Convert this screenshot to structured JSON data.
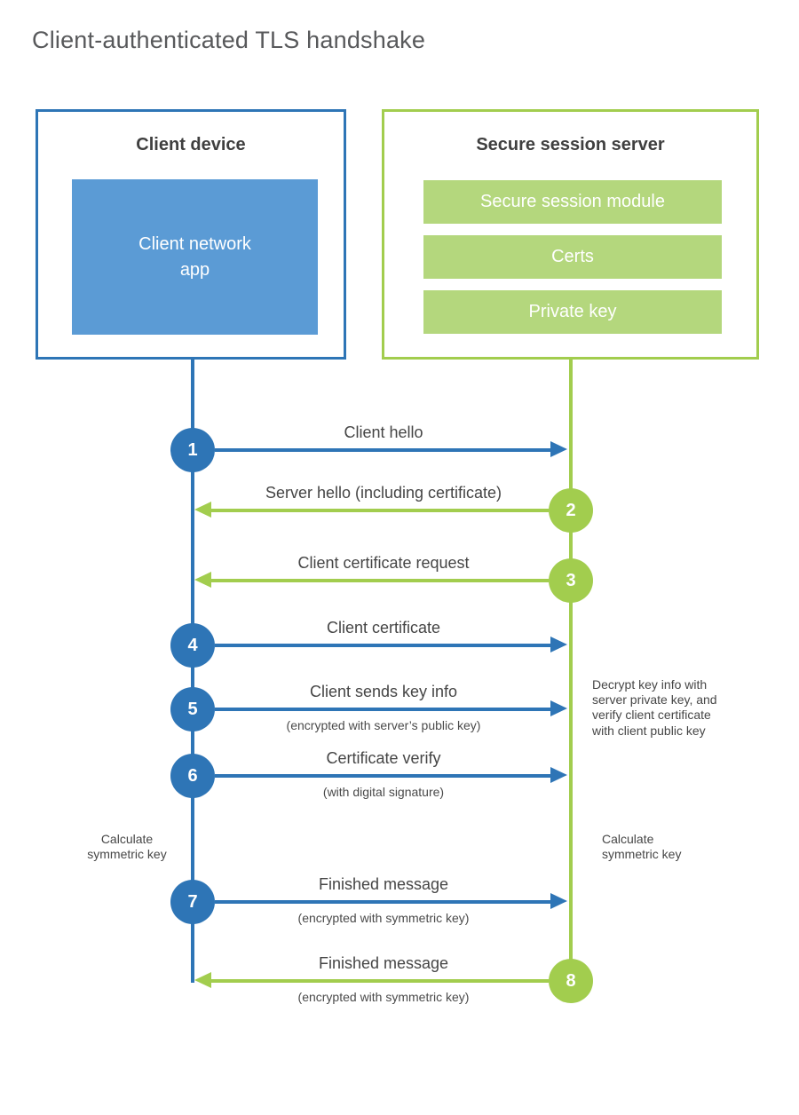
{
  "title": "Client-authenticated TLS handshake",
  "colors": {
    "blue_line": "#2e75b6",
    "blue_fill": "#5b9bd5",
    "green_line": "#a2cd4e",
    "green_fill": "#b4d77d",
    "text_dark": "#3f3f3f",
    "text_label": "#454545"
  },
  "client": {
    "title": "Client device",
    "app_label": "Client network\napp"
  },
  "server": {
    "title": "Secure session server",
    "modules": [
      "Secure session module",
      "Certs",
      "Private key"
    ]
  },
  "messages": [
    {
      "num": "1",
      "from": "client",
      "label": "Client hello",
      "sublabel": ""
    },
    {
      "num": "2",
      "from": "server",
      "label": "Server hello (including certificate)",
      "sublabel": ""
    },
    {
      "num": "3",
      "from": "server",
      "label": "Client certificate request",
      "sublabel": ""
    },
    {
      "num": "4",
      "from": "client",
      "label": "Client certificate",
      "sublabel": ""
    },
    {
      "num": "5",
      "from": "client",
      "label": "Client sends key info",
      "sublabel": "(encrypted with server’s public key)"
    },
    {
      "num": "6",
      "from": "client",
      "label": "Certificate verify",
      "sublabel": "(with digital signature)"
    },
    {
      "num": "7",
      "from": "client",
      "label": "Finished message",
      "sublabel": "(encrypted with symmetric key)"
    },
    {
      "num": "8",
      "from": "server",
      "label": "Finished message",
      "sublabel": "(encrypted with symmetric key)"
    }
  ],
  "annotations": {
    "decrypt_note": "Decrypt key info with\nserver private key, and\nverify client certificate\nwith client public key",
    "calc_left": "Calculate\nsymmetric key",
    "calc_right": "Calculate\nsymmetric key"
  }
}
